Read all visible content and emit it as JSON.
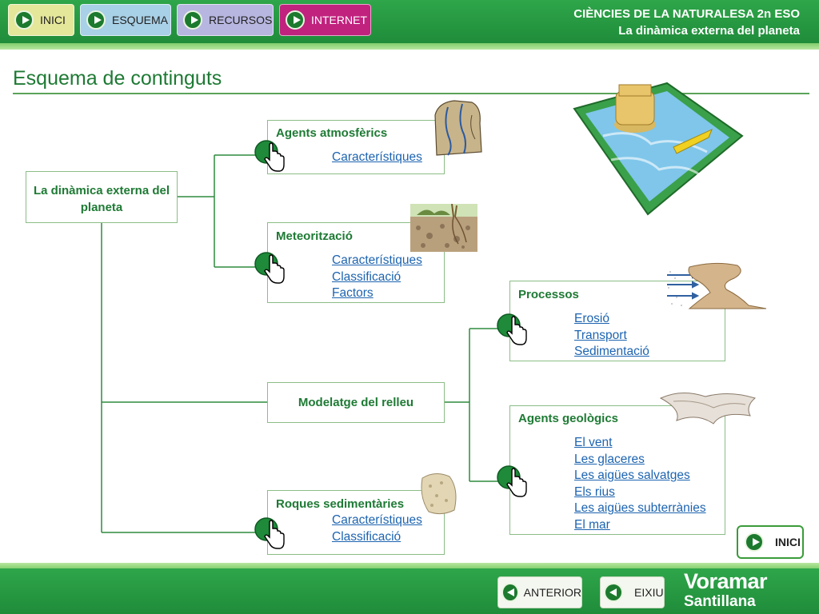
{
  "nav": {
    "inici": "INICI",
    "esquema": "ESQUEMA",
    "recursos": "RECURSOS",
    "internet": "INTERNET"
  },
  "course": {
    "subject": "CIÈNCIES DE LA NATURALESA 2n ESO",
    "unit": "La dinàmica externa del planeta"
  },
  "page_title": "Esquema de continguts",
  "diagram": {
    "root": "La dinàmica externa del planeta",
    "agents_atmosferics": {
      "title": "Agents atmosfèrics",
      "links": [
        "Característiques"
      ]
    },
    "meteoritzacio": {
      "title": "Meteorització",
      "links": [
        "Característiques",
        "Classificació",
        "Factors"
      ]
    },
    "modelatge": {
      "title": "Modelatge del relleu"
    },
    "processos": {
      "title": "Processos",
      "links": [
        "Erosió",
        "Transport",
        "Sedimentació"
      ]
    },
    "agents_geologics": {
      "title": "Agents geològics",
      "links": [
        "El vent",
        "Les glaceres",
        "Les aigües salvatges",
        "Els rius",
        "Les aigües subterrànies",
        "El mar"
      ]
    },
    "roques": {
      "title": "Roques sedimentàries",
      "links": [
        "Característiques",
        "Classificació"
      ]
    }
  },
  "inici_small": "INICI",
  "bottom": {
    "anterior": "ANTERIOR",
    "eixiu": "EIXIU",
    "brand_line1": "Voramar",
    "brand_line2": "Santillana"
  },
  "colors": {
    "bar_green": "#1f8c3a",
    "title_green": "#1e7a34",
    "link_blue": "#1d64b0",
    "internet_magenta": "#c0227e"
  },
  "icons": [
    "play-icon",
    "back-icon",
    "hand-pointer-icon"
  ]
}
